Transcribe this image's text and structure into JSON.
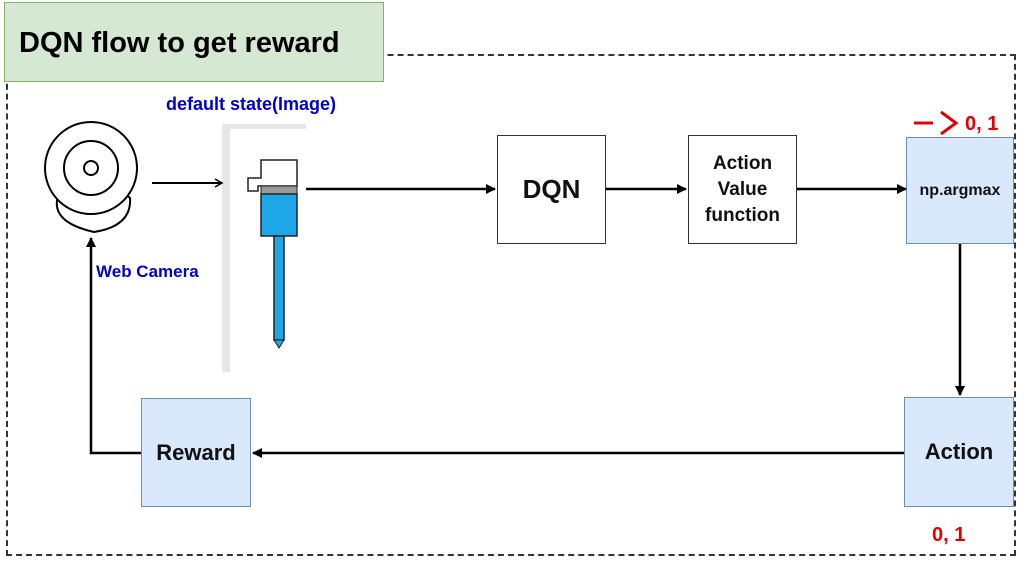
{
  "title": "DQN flow to get reward",
  "labels": {
    "default_state": "default state(Image)",
    "web_camera": "Web Camera",
    "argmax_output": "0, 1",
    "action_output": "0, 1"
  },
  "nodes": {
    "dqn": "DQN",
    "action_value_line1": "Action",
    "action_value_line2": "Value",
    "action_value_line3": "function",
    "argmax": "np.argmax",
    "action": "Action",
    "reward": "Reward"
  },
  "colors": {
    "title_fill": "#d5e8d4",
    "node_blue_fill": "#dae8fc",
    "label_blue": "#0000cc",
    "label_red": "#e00000",
    "device_cyan": "#1ea7e8"
  },
  "icons": {
    "camera": "webcam-icon",
    "state_image": "dispenser-image-icon"
  }
}
